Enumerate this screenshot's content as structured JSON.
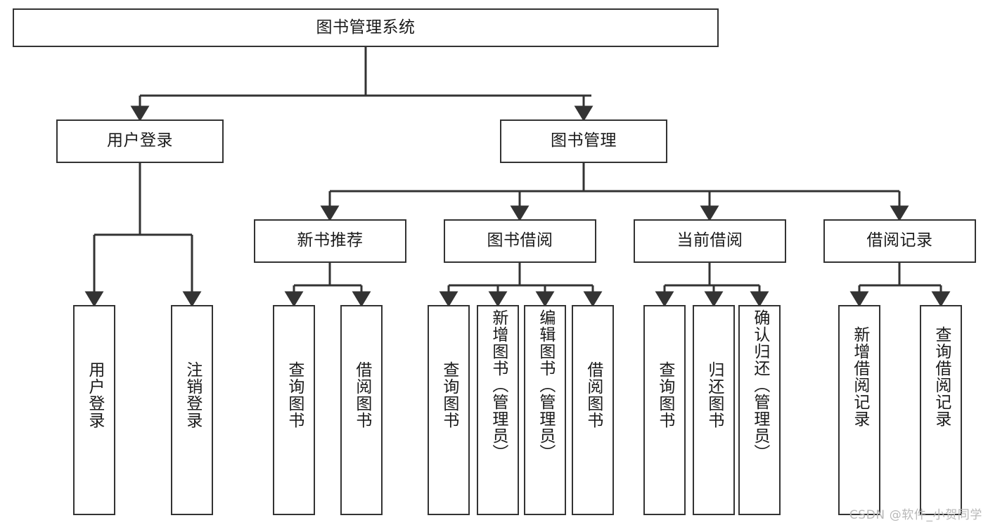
{
  "diagram": {
    "title": "图书管理系统",
    "type": "tree-hierarchy-chart",
    "watermark": "CSDN @软件_小贺同学",
    "colors": {
      "box_border": "#333333",
      "box_fill": "#ffffff",
      "edge": "#333333",
      "text": "#1a1a1a",
      "watermark": "#b8b8b8"
    },
    "nodes": {
      "root": {
        "label": "图书管理系统"
      },
      "level2": [
        {
          "label": "用户登录"
        },
        {
          "label": "图书管理"
        }
      ],
      "level3": [
        {
          "label": "新书推荐"
        },
        {
          "label": "图书借阅"
        },
        {
          "label": "当前借阅"
        },
        {
          "label": "借阅记录"
        }
      ],
      "leaves_user_login": [
        {
          "label": "用户登录"
        },
        {
          "label": "注销登录"
        }
      ],
      "leaves_new_books": [
        {
          "label": "查询图书"
        },
        {
          "label": "借阅图书"
        }
      ],
      "leaves_borrow": [
        {
          "label": "查询图书"
        },
        {
          "label": "新增图书（管理员）"
        },
        {
          "label": "编辑图书（管理员）"
        },
        {
          "label": "借阅图书"
        }
      ],
      "leaves_current": [
        {
          "label": "查询图书"
        },
        {
          "label": "归还图书"
        },
        {
          "label": "确认归还（管理员）"
        }
      ],
      "leaves_records": [
        {
          "label": "新增借阅记录"
        },
        {
          "label": "查询借阅记录"
        }
      ]
    }
  }
}
